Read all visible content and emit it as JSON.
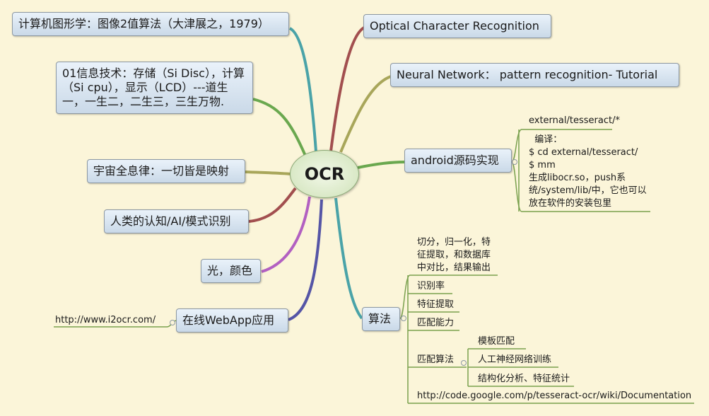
{
  "center": "OCR",
  "left_topics": [
    "计算机图形学：图像2值算法（大津展之，1979）",
    " 01信息技术：存储（Si Disc），计算（Si cpu），显示（LCD）---道生一，一生二，二生三，三生万物.",
    "宇宙全息律：一切皆是映射",
    "人类的认知/AI/模式识别",
    "光，颜色",
    "在线WebApp应用"
  ],
  "webapp_url": "http://www.i2ocr.com/",
  "right_topics": {
    "ocr": "Optical Character Recognition",
    "nn": "Neural Network： pattern recognition- Tutorial",
    "android": "android源码实现",
    "algo": "算法"
  },
  "android_leaves": {
    "path": "external/tesseract/*",
    "compile": "  编译：\n$ cd external/tesseract/\n$ mm\n生成libocr.so，push系统/system/lib/中，它也可以放在软件的安装包里"
  },
  "algo_leaves": {
    "steps": "切分，归一化，特征提取，和数据库中对比，结果输出",
    "rate": "识别率",
    "feature": "特征提取",
    "match": "匹配能力",
    "match_algo": "匹配算法",
    "match_sub": [
      "模板匹配",
      "人工神经网络训练",
      "结构化分析、特征统计"
    ],
    "doc": "http://code.google.com/p/tesseract-ocr/wiki/Documentation"
  }
}
